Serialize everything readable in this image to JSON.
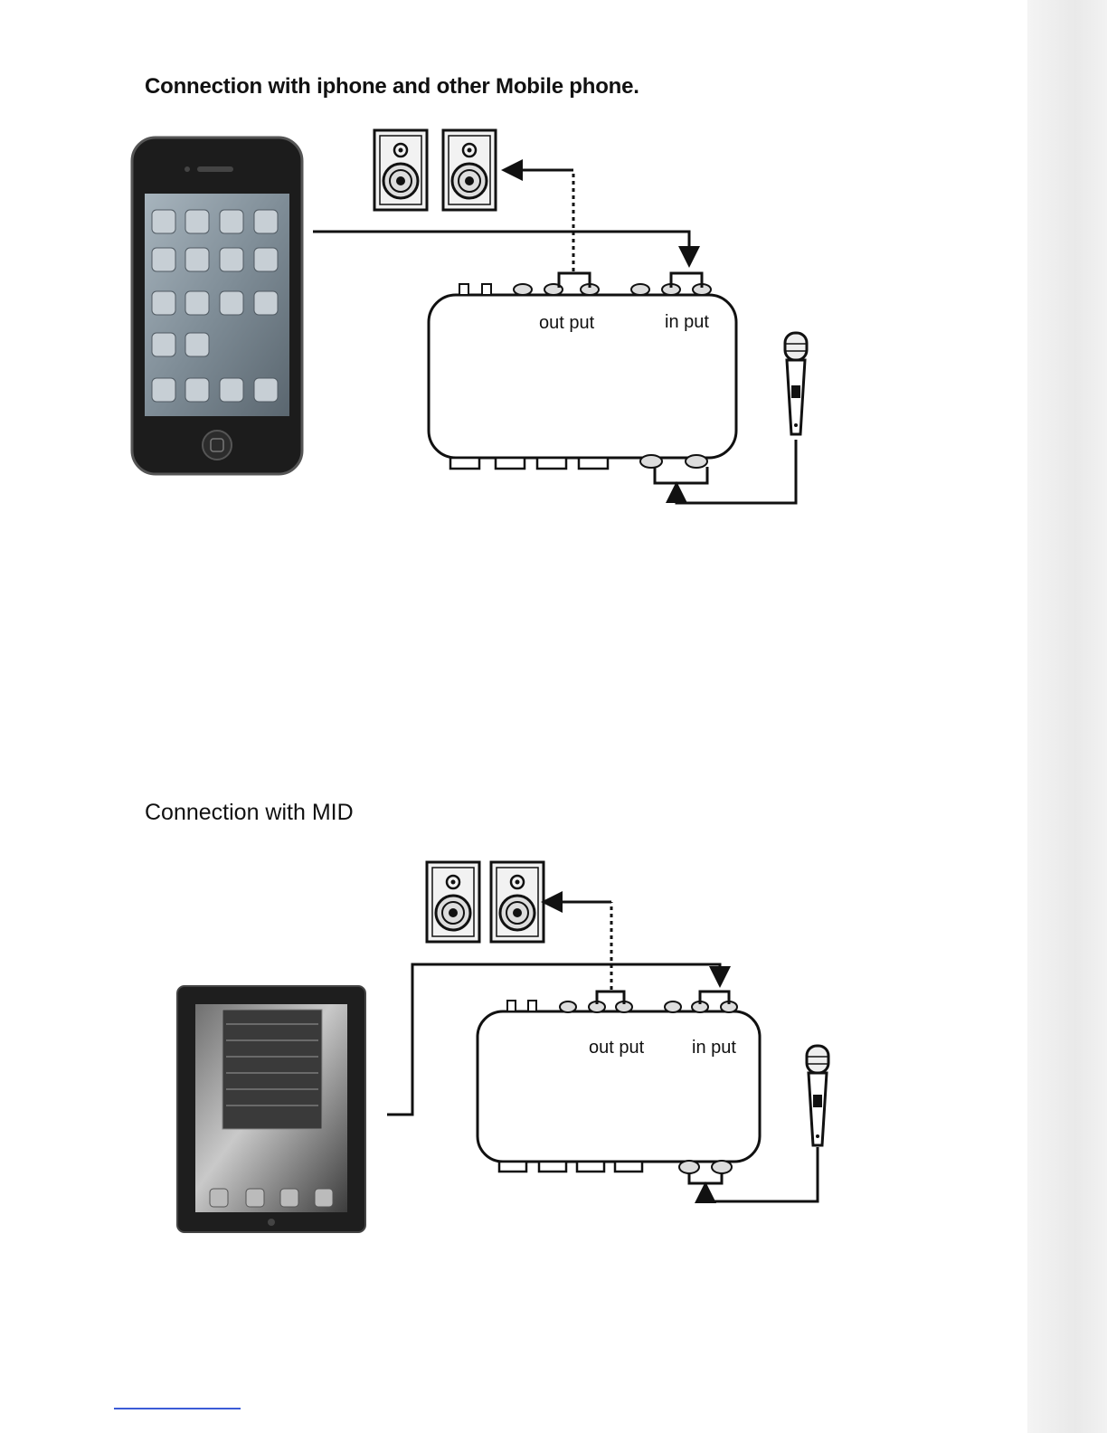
{
  "section_phone": {
    "title": "Connection with iphone and other Mobile phone.",
    "device": "mobile-phone",
    "mixer": {
      "out_label": "out put",
      "in_label": "in put"
    }
  },
  "section_mid": {
    "title": "Connection with MID",
    "device": "tablet",
    "mixer": {
      "out_label": "out put",
      "in_label": "in put"
    }
  },
  "colors": {
    "line": "#111111",
    "device": "#1c1c1c",
    "screen": "#8a9aa6"
  }
}
